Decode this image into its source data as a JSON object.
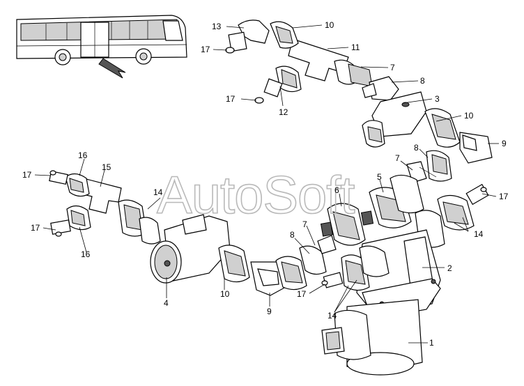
{
  "watermark": "AutoSoft",
  "callouts": [
    {
      "id": "c13",
      "text": "13"
    },
    {
      "id": "c10a",
      "text": "10"
    },
    {
      "id": "c17a",
      "text": "17"
    },
    {
      "id": "c11",
      "text": "11"
    },
    {
      "id": "c7a",
      "text": "7"
    },
    {
      "id": "c8a",
      "text": "8"
    },
    {
      "id": "c17b",
      "text": "17"
    },
    {
      "id": "c12",
      "text": "12"
    },
    {
      "id": "c3",
      "text": "3"
    },
    {
      "id": "c10b",
      "text": "10"
    },
    {
      "id": "c9a",
      "text": "9"
    },
    {
      "id": "c8b",
      "text": "8"
    },
    {
      "id": "c7b",
      "text": "7"
    },
    {
      "id": "c16a",
      "text": "16"
    },
    {
      "id": "c15",
      "text": "15"
    },
    {
      "id": "c17c",
      "text": "17"
    },
    {
      "id": "c14a",
      "text": "14"
    },
    {
      "id": "c6",
      "text": "6"
    },
    {
      "id": "c5",
      "text": "5"
    },
    {
      "id": "c17d",
      "text": "17"
    },
    {
      "id": "c17e",
      "text": "17"
    },
    {
      "id": "c14b",
      "text": "14"
    },
    {
      "id": "c16b",
      "text": "16"
    },
    {
      "id": "c7c",
      "text": "7"
    },
    {
      "id": "c8c",
      "text": "8"
    },
    {
      "id": "c2",
      "text": "2"
    },
    {
      "id": "c4",
      "text": "4"
    },
    {
      "id": "c10c",
      "text": "10"
    },
    {
      "id": "c9b",
      "text": "9"
    },
    {
      "id": "c17f",
      "text": "17"
    },
    {
      "id": "c14c",
      "text": "14"
    },
    {
      "id": "c1",
      "text": "1"
    }
  ]
}
